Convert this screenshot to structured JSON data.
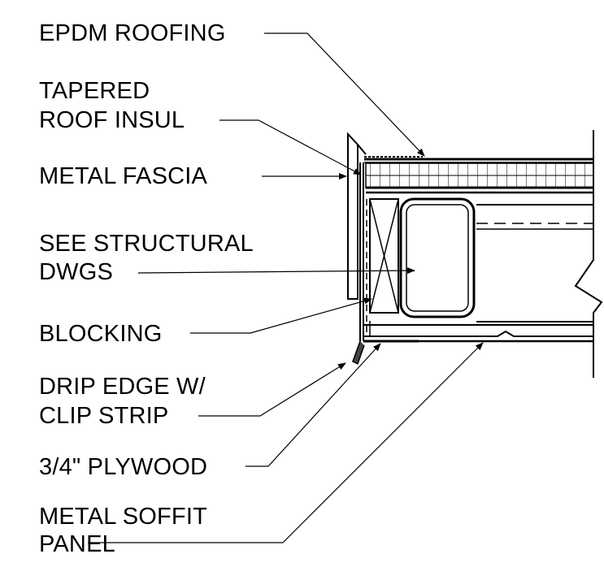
{
  "labels": {
    "epdm": "EPDM ROOFING",
    "tapered_1": "TAPERED",
    "tapered_2": "ROOF INSUL",
    "fascia": "METAL  FASCIA",
    "structural_1": "SEE STRUCTURAL",
    "structural_2": "DWGS",
    "blocking": "BLOCKING",
    "drip_1": "DRIP EDGE W/",
    "drip_2": "CLIP STRIP",
    "plywood": "3/4\" PLYWOOD",
    "soffit_1": "METAL SOFFIT",
    "soffit_2": "PANEL"
  },
  "colors": {
    "ink": "#000000",
    "paper": "#ffffff"
  }
}
